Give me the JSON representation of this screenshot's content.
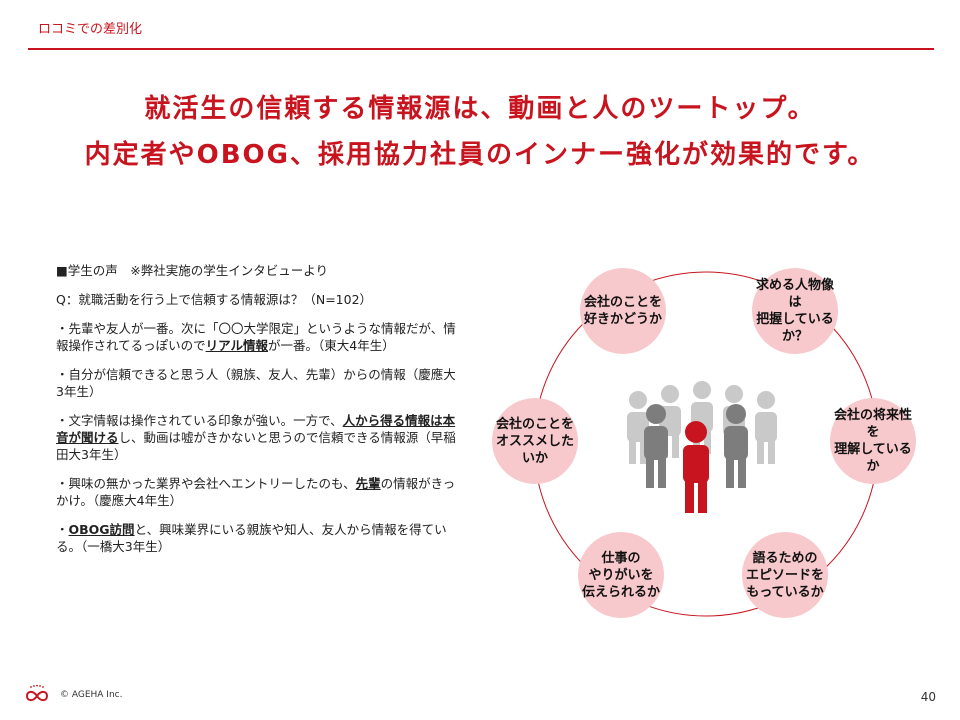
{
  "header": {
    "section": "ロコミでの差別化"
  },
  "headline": {
    "line1": "就活生の信頼する情報源は、動画と人のツートップ。",
    "line2": "内定者やOBOG、採用協力社員のインナー強化が効果的です。"
  },
  "voices": {
    "heading": "■学生の声　※弊社実施の学生インタビューより",
    "question": "Q：就職活動を行う上で信頼する情報源は？（N=102）",
    "items": [
      {
        "pre": "・先輩や友人が一番。次に「〇〇大学限定」というような情報だが、情報操作されてるっぽいので",
        "u1": "リアル情報",
        "mid": "が一番。（東大4年生）"
      },
      {
        "pre": "・自分が信頼できると思う人（親族、友人、先輩）からの情報（慶應大3年生）"
      },
      {
        "pre": "・文字情報は操作されている印象が強い。一方で、",
        "u1": "人から得る情報は本音が聞ける",
        "mid": "し、動画は嘘がきかないと思うので信頼できる情報源（早稲田大3年生）"
      },
      {
        "pre": "・興味の無かった業界や会社へエントリーしたのも、",
        "u1": "先輩",
        "mid": "の情報がきっかけ。（慶應大4年生）"
      },
      {
        "pre": "・",
        "u1": "OBOG訪問",
        "mid": "と、興味業界にいる親族や知人、友人から情報を得ている。（一橋大3年生）"
      }
    ]
  },
  "diagram": {
    "accent": "#c8141e",
    "bubble_color": "#f7c9cc",
    "people_icon": "people-group-icon",
    "bubbles": [
      {
        "text": "会社のことを\n好きかどうか"
      },
      {
        "text": "求める人物像は\n把握しているか？"
      },
      {
        "text": "会社の将来性を\n理解しているか"
      },
      {
        "text": "語るための\nエピソードを\nもっているか"
      },
      {
        "text": "仕事の\nやりがいを\n伝えられるか"
      },
      {
        "text": "会社のことを\nオススメしたいか"
      }
    ]
  },
  "footer": {
    "copyright": "© AGEHA Inc.",
    "page": "40"
  }
}
